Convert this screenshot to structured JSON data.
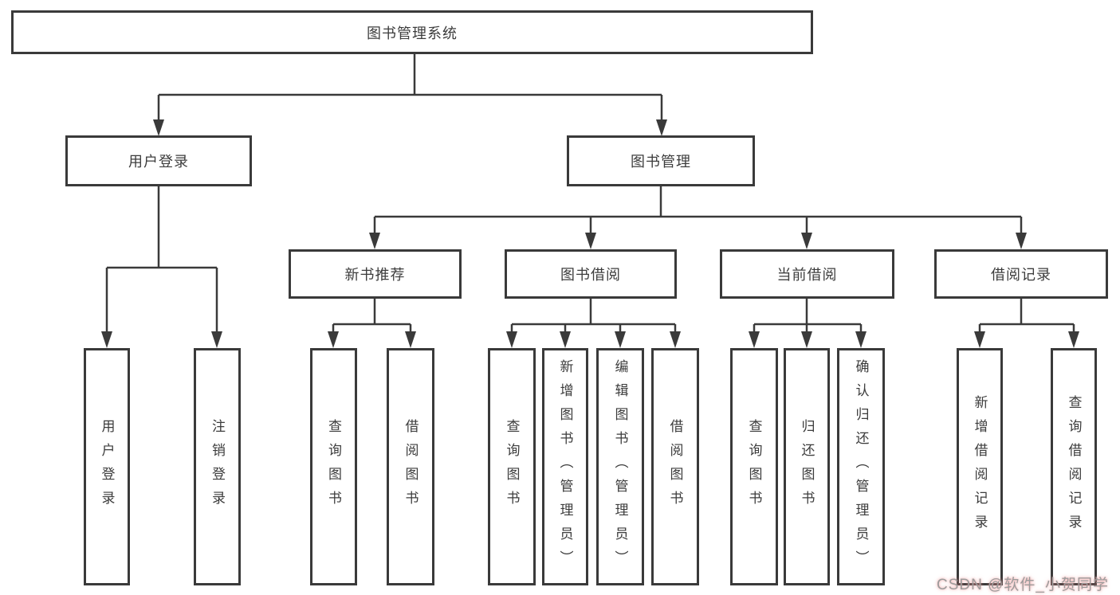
{
  "diagram": {
    "title_note": "library management system feature hierarchy",
    "root": {
      "label": "图书管理系统"
    },
    "branches": [
      {
        "label": "用户登录",
        "children": [
          "用户登录",
          "注销登录"
        ]
      },
      {
        "label": "图书管理",
        "groups": [
          {
            "label": "新书推荐",
            "children": [
              "查询图书",
              "借阅图书"
            ]
          },
          {
            "label": "图书借阅",
            "children": [
              "查询图书",
              "新增图书（管理员）",
              "编辑图书（管理员）",
              "借阅图书"
            ]
          },
          {
            "label": "当前借阅",
            "children": [
              "查询图书",
              "归还图书",
              "确认归还（管理员）"
            ]
          },
          {
            "label": "借阅记录",
            "children": [
              "新增借阅记录",
              "查询借阅记录"
            ]
          }
        ]
      }
    ]
  },
  "colors": {
    "line": "#3a3a3a",
    "box_border": "#3a3a3a",
    "text": "#3c3c3c",
    "background": "#ffffff",
    "watermark_text": "#9c9c9c",
    "watermark_glow": "#f09696"
  },
  "watermark": {
    "text": "CSDN @软件_小贺同学"
  }
}
